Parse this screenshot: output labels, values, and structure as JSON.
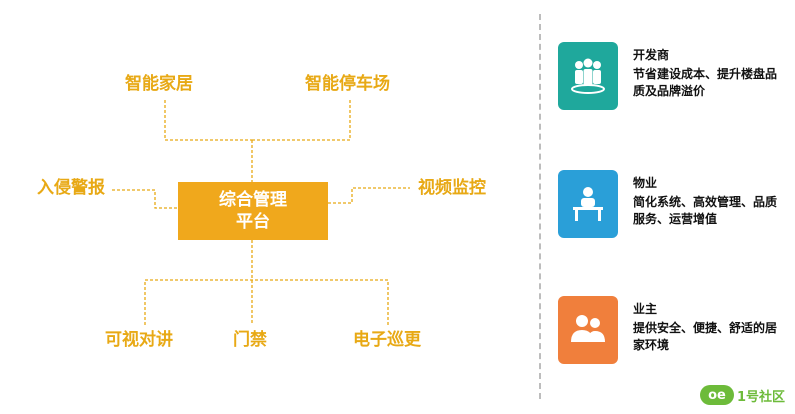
{
  "center": {
    "line1": "综合管理",
    "line2": "平台"
  },
  "nodes": {
    "smart_home": "智能家居",
    "smart_parking": "智能停车场",
    "intrusion_alarm": "入侵警报",
    "video_monitoring": "视频监控",
    "visual_intercom": "可视对讲",
    "access_control": "门禁",
    "patrol": "电子巡更"
  },
  "roles": [
    {
      "title": "开发商",
      "desc": "节省建设成本、提升楼盘品质及品牌溢价",
      "color": "#1fa89c",
      "icon": "group-icon"
    },
    {
      "title": "物业",
      "desc": "简化系统、高效管理、品质服务、运营增值",
      "color": "#2a9fd8",
      "icon": "desk-person-icon"
    },
    {
      "title": "业主",
      "desc": "提供安全、便捷、舒适的居家环境",
      "color": "#f07f3c",
      "icon": "two-persons-icon"
    }
  ],
  "colors": {
    "accent": "#e8a915",
    "center_fill": "#f0a81c",
    "connector": "#e8a915"
  },
  "watermark": {
    "mark": "oe",
    "text": "1号社区"
  }
}
